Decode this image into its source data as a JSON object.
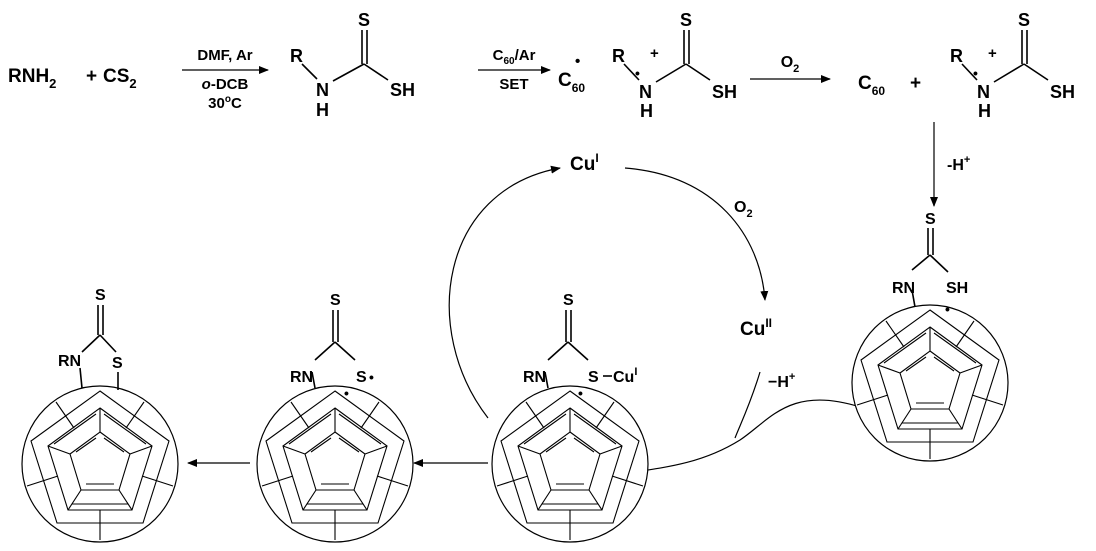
{
  "reactants": {
    "amine_base": "RNH",
    "amine_sub": "2",
    "plus": "+",
    "cs2_base": "CS",
    "cs2_sub": "2"
  },
  "conditions1": {
    "line1": "DMF, Ar",
    "line2_italic": "o",
    "line2_rest": "-DCB",
    "line3": "30",
    "line3_sup": "o",
    "line3_end": "C"
  },
  "conditions2": {
    "line1_base": "C",
    "line1_sub": "60",
    "line1_end": "/Ar",
    "line2": "SET"
  },
  "o2_top": {
    "base": "O",
    "sub": "2"
  },
  "c60_radical": {
    "base": "C",
    "sub": "60",
    "dot": "•"
  },
  "c60_neutral": {
    "base": "C",
    "sub": "60"
  },
  "plus_sign": "+",
  "deprotonation_right": {
    "base": "-H",
    "sup": "+"
  },
  "deprotonation_mid": {
    "base": "−H",
    "sup": "+"
  },
  "copper": {
    "cu1_base": "Cu",
    "cu1_sup": "I",
    "cu2_base": "Cu",
    "cu2_sup": "II",
    "o2_base": "O",
    "o2_sub": "2"
  },
  "atoms": {
    "R": "R",
    "N": "N",
    "H": "H",
    "S": "S",
    "SH": "SH",
    "RN": "RN",
    "cation": "+",
    "radical": "•",
    "S_Cu": "S",
    "cu_label_base": "Cu",
    "cu_label_sup": "I"
  }
}
